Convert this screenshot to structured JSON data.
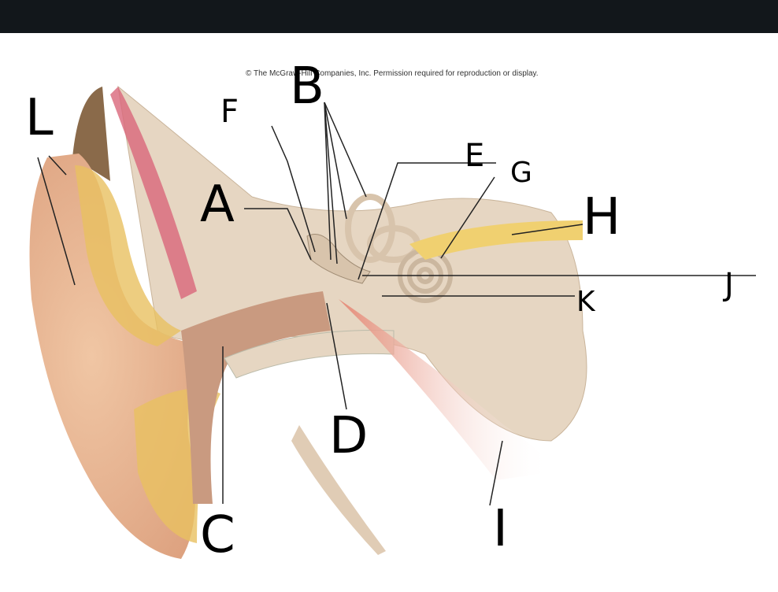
{
  "copyright": "© The McGraw-Hill Companies, Inc. Permission required for reproduction or display.",
  "labels": {
    "A": "A",
    "B": "B",
    "C": "C",
    "D": "D",
    "E": "E",
    "F": "F",
    "G": "G",
    "H": "H",
    "I": "I",
    "J": "J",
    "K": "K",
    "L": "L"
  },
  "colors": {
    "topbar": "#12171b",
    "skin": "#e9b48e",
    "bone": "#e8dccb",
    "fat": "#e8c060",
    "muscle": "#d9667a",
    "nerve": "#f0d070"
  }
}
